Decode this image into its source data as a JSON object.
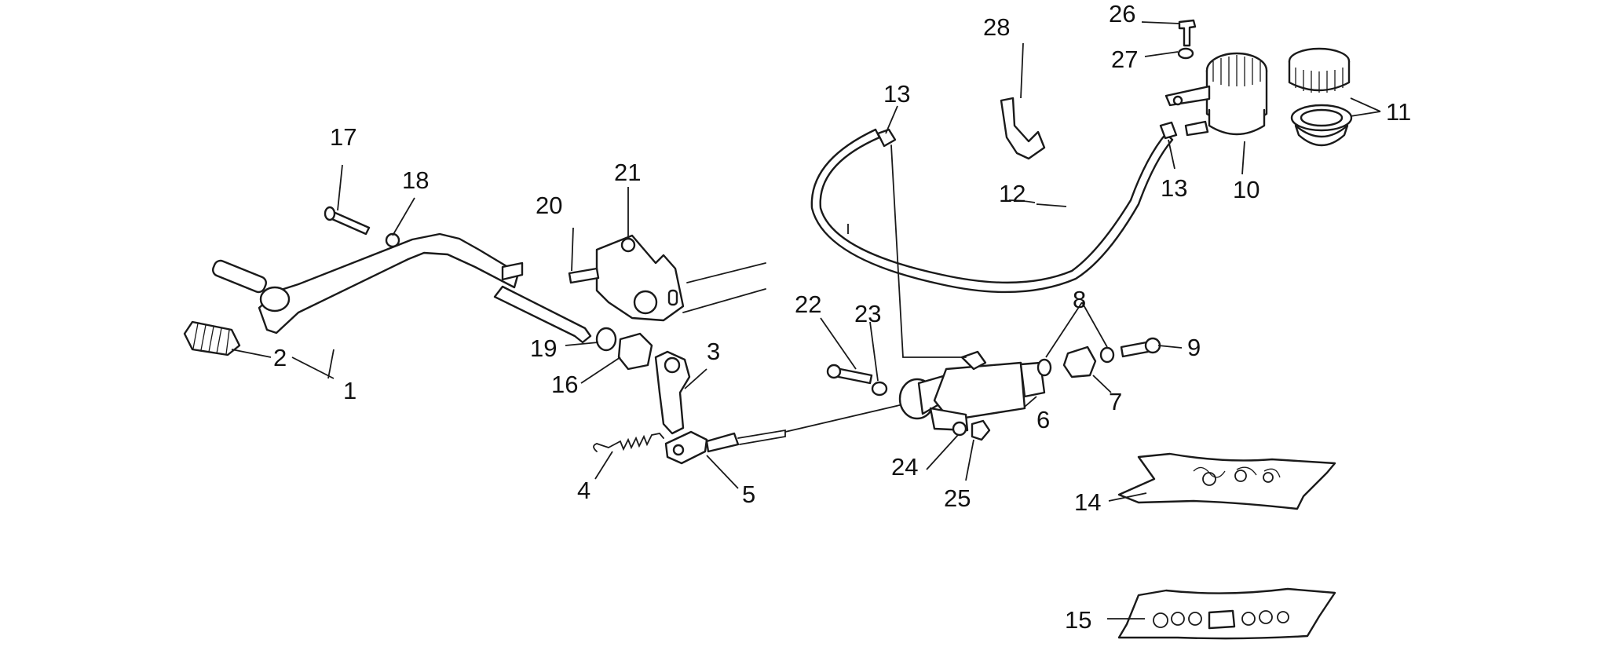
{
  "diagram": {
    "callouts": [
      {
        "key": "c1",
        "text": "1"
      },
      {
        "key": "c2",
        "text": "2"
      },
      {
        "key": "c3",
        "text": "3"
      },
      {
        "key": "c4",
        "text": "4"
      },
      {
        "key": "c5",
        "text": "5"
      },
      {
        "key": "c6",
        "text": "6"
      },
      {
        "key": "c7",
        "text": "7"
      },
      {
        "key": "c8",
        "text": "8"
      },
      {
        "key": "c9",
        "text": "9"
      },
      {
        "key": "c10",
        "text": "10"
      },
      {
        "key": "c11",
        "text": "11"
      },
      {
        "key": "c12",
        "text": "12"
      },
      {
        "key": "c13a",
        "text": "13"
      },
      {
        "key": "c13b",
        "text": "13"
      },
      {
        "key": "c14",
        "text": "14"
      },
      {
        "key": "c15",
        "text": "15"
      },
      {
        "key": "c16",
        "text": "16"
      },
      {
        "key": "c17",
        "text": "17"
      },
      {
        "key": "c18",
        "text": "18"
      },
      {
        "key": "c19",
        "text": "19"
      },
      {
        "key": "c20",
        "text": "20"
      },
      {
        "key": "c21",
        "text": "21"
      },
      {
        "key": "c22",
        "text": "22"
      },
      {
        "key": "c23",
        "text": "23"
      },
      {
        "key": "c24",
        "text": "24"
      },
      {
        "key": "c25",
        "text": "25"
      },
      {
        "key": "c26",
        "text": "26"
      },
      {
        "key": "c27",
        "text": "27"
      },
      {
        "key": "c28",
        "text": "28"
      }
    ]
  }
}
